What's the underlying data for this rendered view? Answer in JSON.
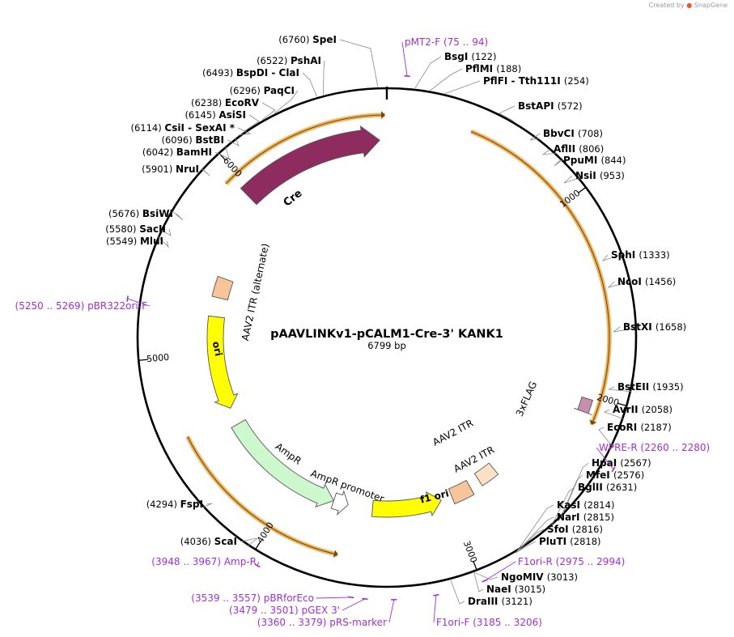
{
  "credit": "Created by",
  "brand": "SnapGene",
  "title": "pAAVLINKv1-pCALM1-Cre-3' KANK1",
  "length_label": "6799 bp",
  "total_bp": 6799,
  "tick_labels": [
    "1000",
    "2000",
    "3000",
    "4000",
    "5000",
    "6000"
  ],
  "enzymes": [
    {
      "name": "SpeI",
      "pos": "(6760)",
      "bp": 6760,
      "side": "left"
    },
    {
      "name": "PshAI",
      "pos": "(6522)",
      "bp": 6522,
      "side": "left"
    },
    {
      "name": "BspDI - ClaI",
      "pos": "(6493)",
      "bp": 6493,
      "side": "left"
    },
    {
      "name": "PaqCI",
      "pos": "(6296)",
      "bp": 6296,
      "side": "left"
    },
    {
      "name": "EcoRV",
      "pos": "(6238)",
      "bp": 6238,
      "side": "left"
    },
    {
      "name": "AsiSI",
      "pos": "(6145)",
      "bp": 6145,
      "side": "left"
    },
    {
      "name": "CsiI - SexAI *",
      "pos": "(6114)",
      "bp": 6114,
      "side": "left"
    },
    {
      "name": "BstBI",
      "pos": "(6096)",
      "bp": 6096,
      "side": "left"
    },
    {
      "name": "BamHI",
      "pos": "(6042)",
      "bp": 6042,
      "side": "left"
    },
    {
      "name": "NruI",
      "pos": "(5901)",
      "bp": 5901,
      "side": "left"
    },
    {
      "name": "BsiWI",
      "pos": "(5676)",
      "bp": 5676,
      "side": "left"
    },
    {
      "name": "SacII",
      "pos": "(5580)",
      "bp": 5580,
      "side": "left"
    },
    {
      "name": "MluI",
      "pos": "(5549)",
      "bp": 5549,
      "side": "left"
    },
    {
      "name": "FspI",
      "pos": "(4294)",
      "bp": 4294,
      "side": "left"
    },
    {
      "name": "ScaI",
      "pos": "(4036)",
      "bp": 4036,
      "side": "left"
    },
    {
      "name": "BsgI",
      "pos": "(122)",
      "bp": 122,
      "side": "right"
    },
    {
      "name": "PflMI",
      "pos": "(188)",
      "bp": 188,
      "side": "right"
    },
    {
      "name": "PflFI - Tth111I",
      "pos": "(254)",
      "bp": 254,
      "side": "right"
    },
    {
      "name": "BstAPI",
      "pos": "(572)",
      "bp": 572,
      "side": "right"
    },
    {
      "name": "BbvCI",
      "pos": "(708)",
      "bp": 708,
      "side": "right"
    },
    {
      "name": "AflII",
      "pos": "(806)",
      "bp": 806,
      "side": "right"
    },
    {
      "name": "PpuMI",
      "pos": "(844)",
      "bp": 844,
      "side": "right"
    },
    {
      "name": "NsiI",
      "pos": "(953)",
      "bp": 953,
      "side": "right"
    },
    {
      "name": "SphI",
      "pos": "(1333)",
      "bp": 1333,
      "side": "right"
    },
    {
      "name": "NcoI",
      "pos": "(1456)",
      "bp": 1456,
      "side": "right"
    },
    {
      "name": "BstXI",
      "pos": "(1658)",
      "bp": 1658,
      "side": "right"
    },
    {
      "name": "BstEII",
      "pos": "(1935)",
      "bp": 1935,
      "side": "right"
    },
    {
      "name": "AvrII",
      "pos": "(2058)",
      "bp": 2058,
      "side": "right"
    },
    {
      "name": "EcoRI",
      "pos": "(2187)",
      "bp": 2187,
      "side": "right"
    },
    {
      "name": "HpaI",
      "pos": "(2567)",
      "bp": 2567,
      "side": "right"
    },
    {
      "name": "MfeI",
      "pos": "(2576)",
      "bp": 2576,
      "side": "right"
    },
    {
      "name": "BglII",
      "pos": "(2631)",
      "bp": 2631,
      "side": "right"
    },
    {
      "name": "KasI",
      "pos": "(2814)",
      "bp": 2814,
      "side": "right"
    },
    {
      "name": "NarI",
      "pos": "(2815)",
      "bp": 2815,
      "side": "right"
    },
    {
      "name": "SfoI",
      "pos": "(2816)",
      "bp": 2816,
      "side": "right"
    },
    {
      "name": "PluTI",
      "pos": "(2818)",
      "bp": 2818,
      "side": "right"
    },
    {
      "name": "NgoMIV",
      "pos": "(3013)",
      "bp": 3013,
      "side": "right"
    },
    {
      "name": "NaeI",
      "pos": "(3015)",
      "bp": 3015,
      "side": "right"
    },
    {
      "name": "DraIII",
      "pos": "(3121)",
      "bp": 3121,
      "side": "right"
    }
  ],
  "primers": [
    {
      "name": "pMT2-F",
      "range": "(75 .. 94)",
      "bp": 84
    },
    {
      "name": "WPRE-R",
      "range": "(2260 .. 2280)",
      "bp": 2270
    },
    {
      "name": "F1ori-R",
      "range": "(2975 .. 2994)",
      "bp": 2985
    },
    {
      "name": "F1ori-F",
      "range": "(3185 .. 3206)",
      "bp": 3195
    },
    {
      "name": "pRS-marker",
      "range": "(3360 .. 3379)",
      "bp": 3370
    },
    {
      "name": "pGEX 3'",
      "range": "(3479 .. 3501)",
      "bp": 3490
    },
    {
      "name": "pBRforEco",
      "range": "(3539 .. 3557)",
      "bp": 3548
    },
    {
      "name": "Amp-R",
      "range": "(3948 .. 3967)",
      "bp": 3958
    },
    {
      "name": "pBR322ori-F",
      "range": "(5250 .. 5269)",
      "bp": 5260
    }
  ],
  "features": [
    {
      "name": "Cre",
      "start": 5960,
      "end": 6760,
      "color": "#8e2c5f",
      "strand": 1
    },
    {
      "name": "AAV2 ITR (alternate)",
      "start": 5350,
      "end": 5475,
      "color": "#f8c49a",
      "strand": 0
    },
    {
      "name": "ori",
      "start": 4640,
      "end": 5230,
      "color": "#ffff00",
      "strand": -1
    },
    {
      "name": "AmpR",
      "start": 3740,
      "end": 4530,
      "color": "#cdf7cd",
      "strand": -1
    },
    {
      "name": "AmpR promoter",
      "start": 3645,
      "end": 3740,
      "color": "#ffffff",
      "strand": -1
    },
    {
      "name": "f1 ori",
      "start": 3050,
      "end": 3490,
      "color": "#ffff00",
      "strand": -1
    },
    {
      "name": "AAV2 ITR",
      "start": 2850,
      "end": 2980,
      "color": "#f8c49a",
      "strand": 0
    },
    {
      "name": "AAV2 ITR",
      "start": 2660,
      "end": 2780,
      "color": "#fde0c6",
      "strand": 0
    },
    {
      "name": "3xFLAG",
      "start": 2020,
      "end": 2090,
      "color": "#c78fae",
      "strand": 1
    }
  ],
  "orf_arcs": [
    {
      "start": 5925,
      "end": 6790,
      "strand": 1
    },
    {
      "start": 420,
      "end": 2135,
      "strand": 1
    },
    {
      "start": 3640,
      "end": 4600,
      "strand": -1
    }
  ],
  "colors": {
    "backbone": "#000000",
    "primer": "#a22ed6",
    "orf": "#f2b65e",
    "cre": "#8e2c5f",
    "ori": "#ffff00",
    "ampr": "#cdf7cd",
    "itr": "#f8c49a",
    "brand": "#e35c2b"
  }
}
